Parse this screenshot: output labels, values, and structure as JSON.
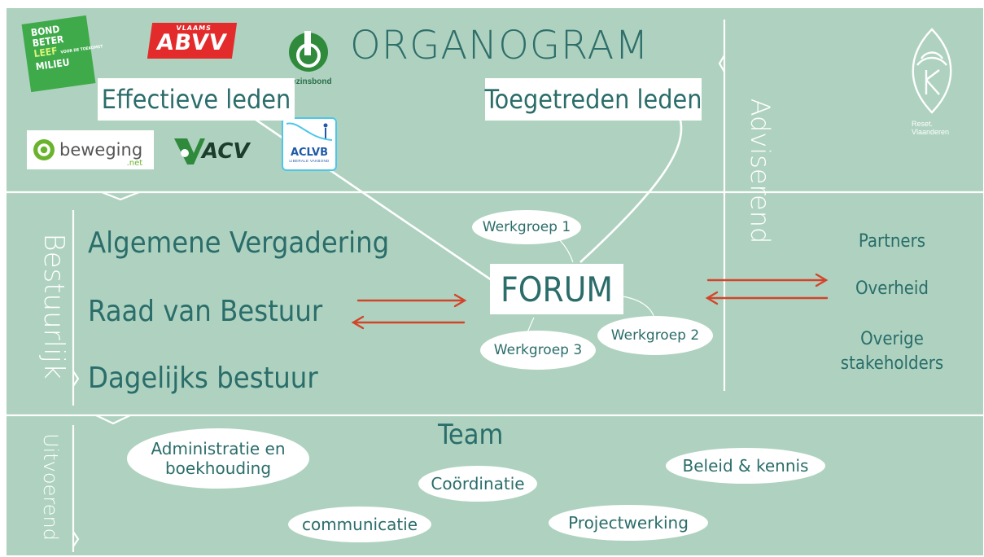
{
  "title": "ORGANOGRAM",
  "sections": {
    "effectieve_leden": "Effectieve leden",
    "toegetreden_leden": "Toegetreden leden",
    "adviserend": "Adviserend",
    "bestuurlijk": "Bestuurlijk",
    "uitvoerend": "Uitvoerend"
  },
  "logos": {
    "bond_beter": [
      "BOND",
      "BETER",
      "LEEF",
      "MILIEU"
    ],
    "bond_beter_small": "VOOR DE TOEKOMST",
    "abvv_top": "VLAAMS",
    "abvv_main": "ABVV",
    "gezinsbond": "Gezinsbond",
    "beweging_main": "beweging",
    "beweging_sub": ".net",
    "acv": "ACV",
    "aclvb_main": "ACLVB",
    "aclvb_sub": "LIBERALE VAKBOND",
    "reset_line1": "Reset.",
    "reset_line2": "Vlaanderen"
  },
  "bestuur": {
    "items": [
      "Algemene Vergadering",
      "Raad van Bestuur",
      "Dagelijks bestuur"
    ]
  },
  "forum": {
    "label": "FORUM",
    "werkgroepen": [
      "Werkgroep 1",
      "Werkgroep 2",
      "Werkgroep 3"
    ]
  },
  "advies": {
    "items": [
      "Partners",
      "Overheid",
      "Overige stakeholders"
    ]
  },
  "team": {
    "title": "Team",
    "items": [
      "Administratie en boekhouding",
      "Coördinatie",
      "Beleid & kennis",
      "communicatie",
      "Projectwerking"
    ]
  },
  "colors": {
    "background": "#aed2bf",
    "text": "#2a6d6a",
    "arrow": "#d2452b",
    "line": "#ffffff",
    "abvv_red": "#e32b2b",
    "bond_green": "#3faa4a",
    "beweging_green": "#6ab42d",
    "acv_green": "#2f8a3c",
    "aclvb_blue": "#1f5aa8"
  }
}
